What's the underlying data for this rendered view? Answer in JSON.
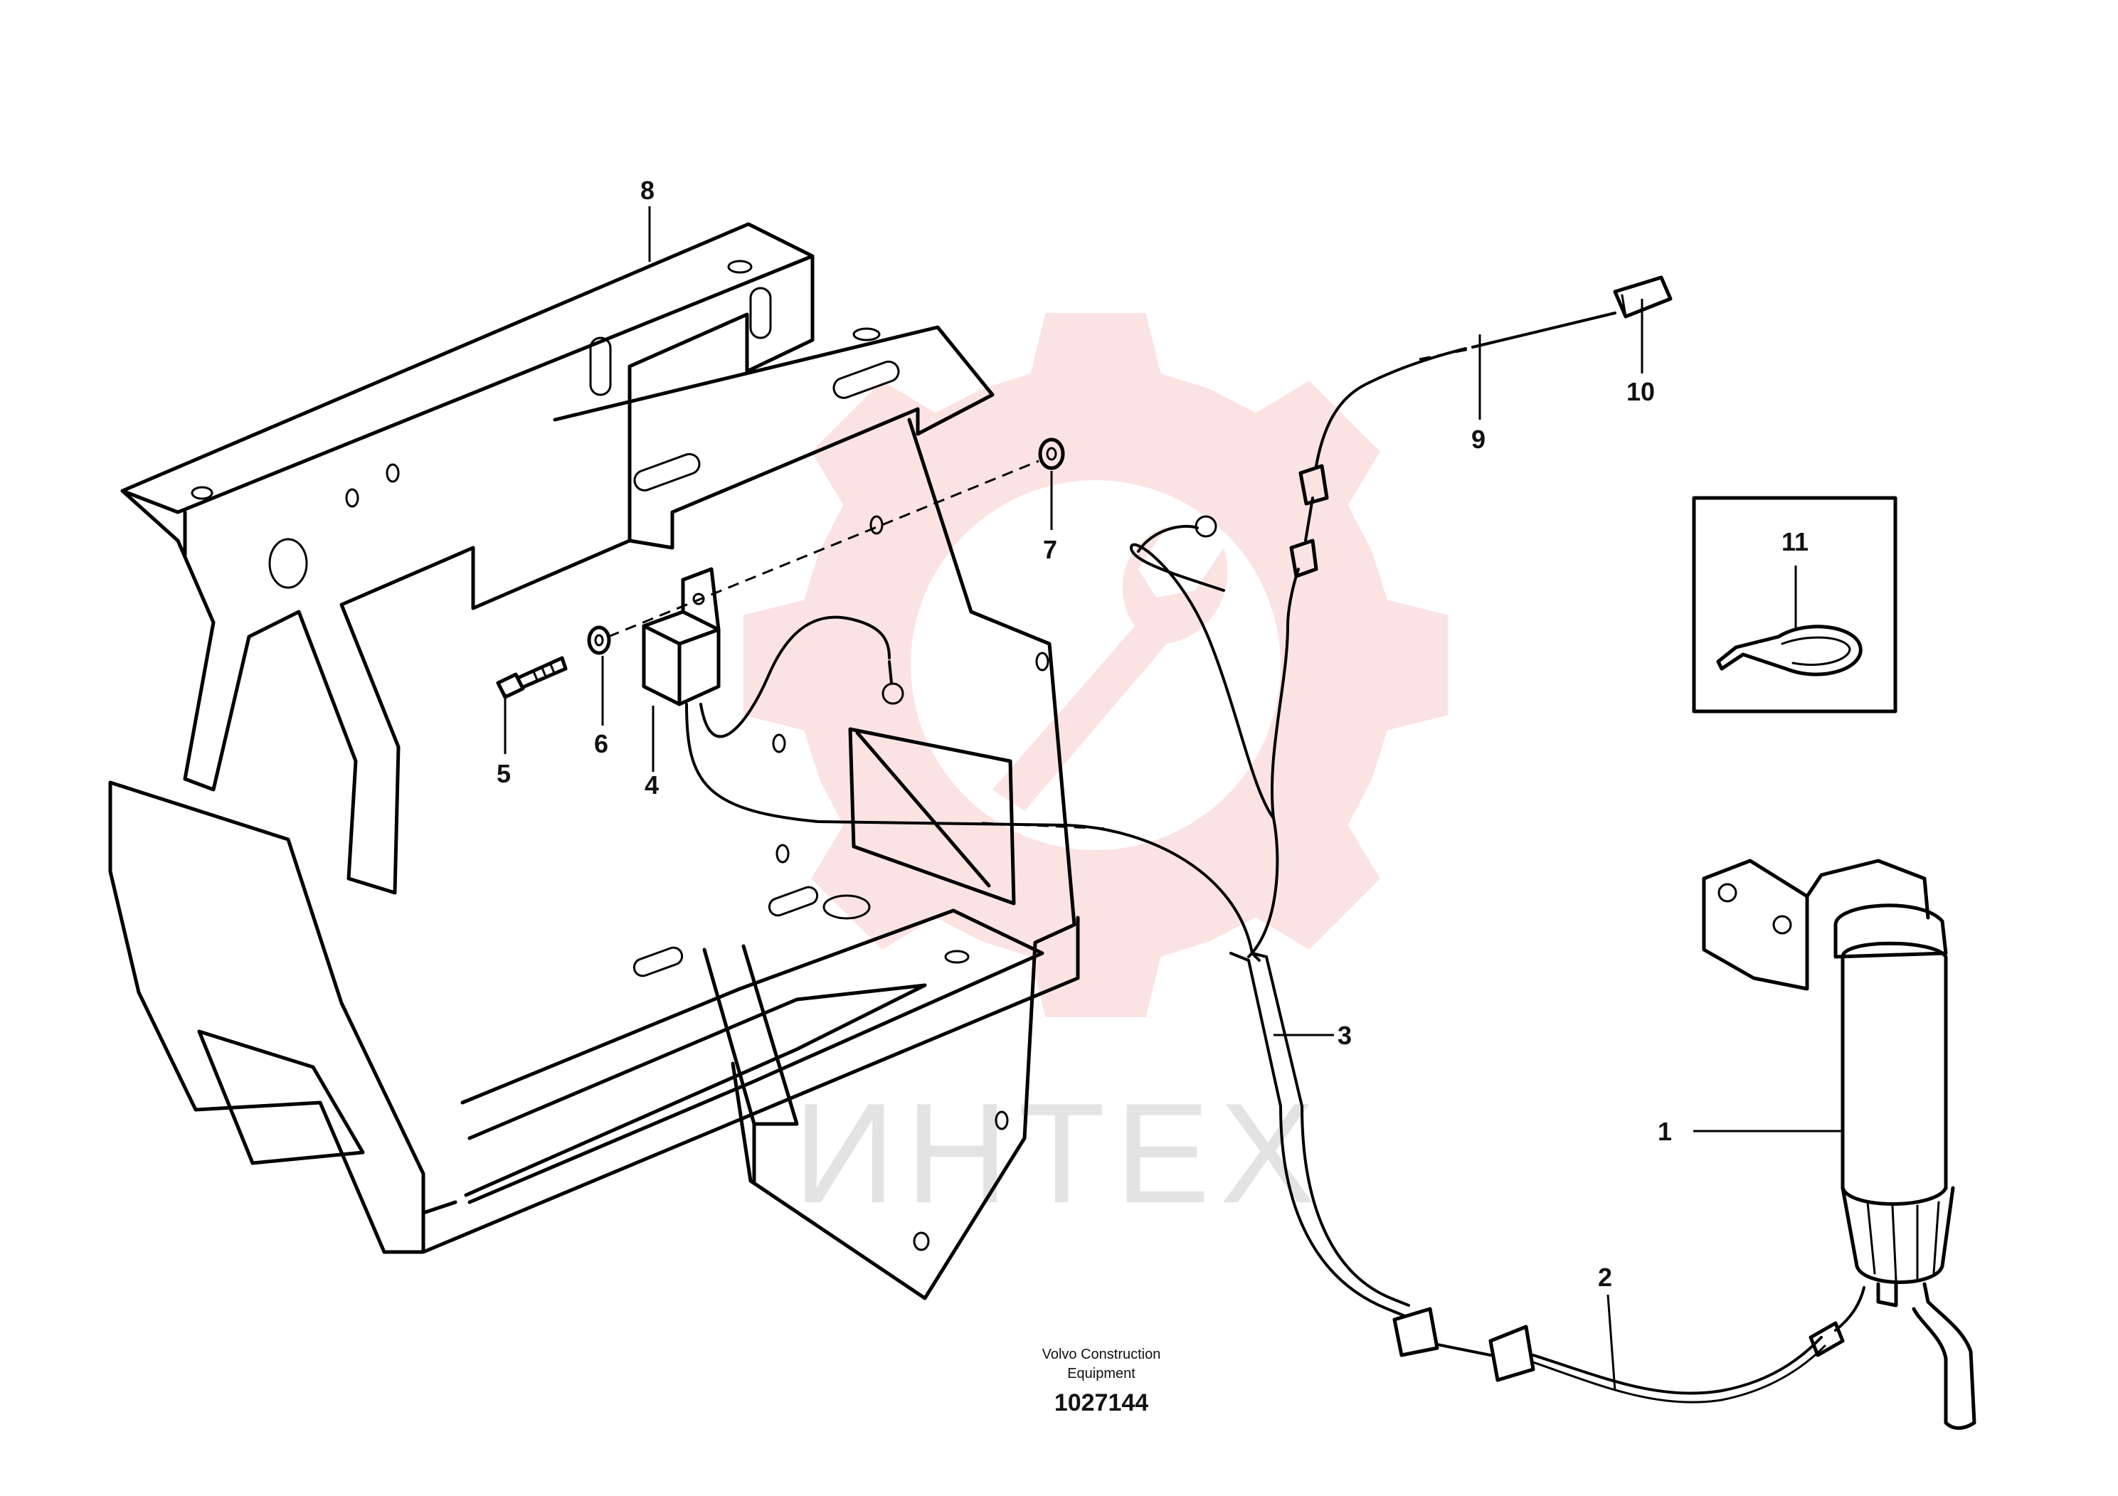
{
  "watermark": {
    "text": "ИНТЕХ",
    "gear_color": "#fbe3e3",
    "text_color": "#e3e3e3"
  },
  "callouts": [
    {
      "id": "1",
      "label": "1"
    },
    {
      "id": "2",
      "label": "2"
    },
    {
      "id": "3",
      "label": "3"
    },
    {
      "id": "4",
      "label": "4"
    },
    {
      "id": "5",
      "label": "5"
    },
    {
      "id": "6",
      "label": "6"
    },
    {
      "id": "7",
      "label": "7"
    },
    {
      "id": "8",
      "label": "8"
    },
    {
      "id": "9",
      "label": "9"
    },
    {
      "id": "10",
      "label": "10"
    },
    {
      "id": "11",
      "label": "11"
    }
  ],
  "caption": {
    "line1": "Volvo Construction",
    "line2": "Equipment",
    "reference": "1027144"
  }
}
